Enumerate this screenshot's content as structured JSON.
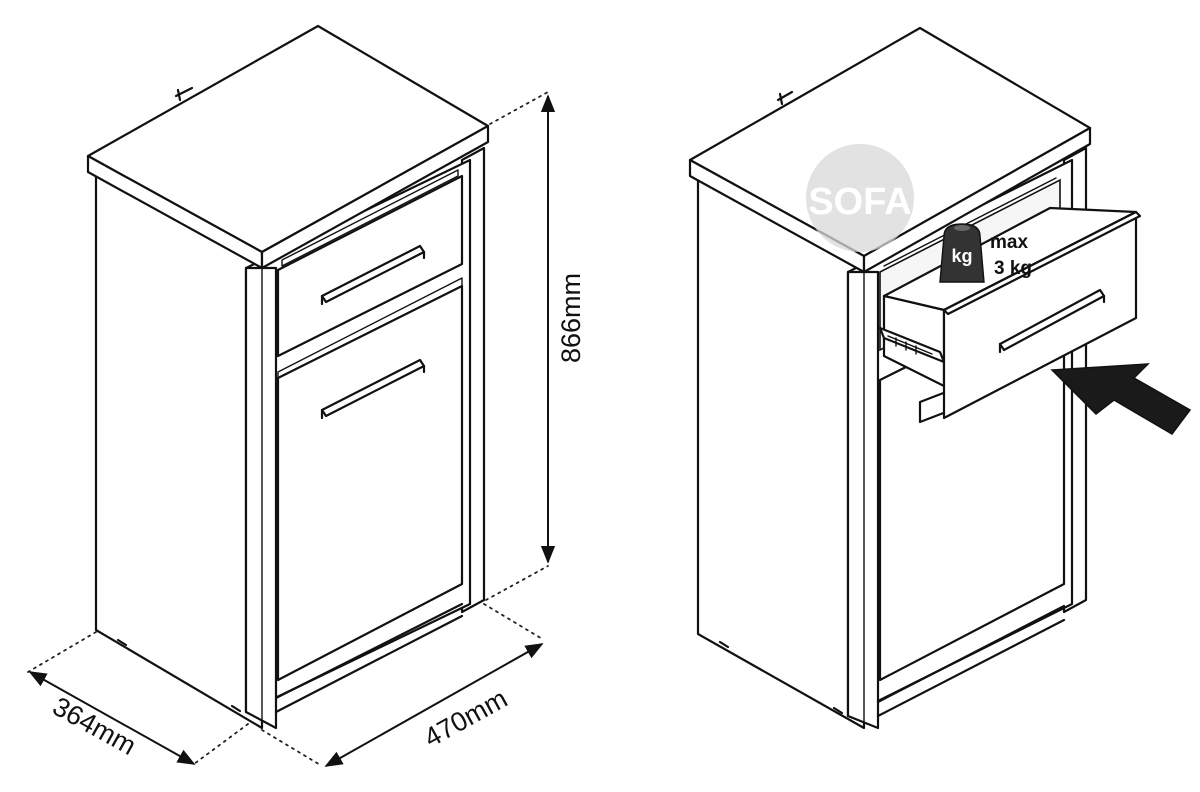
{
  "dimensions": {
    "height": "866mm",
    "width": "470mm",
    "depth": "364mm"
  },
  "drawer_load": {
    "icon_label": "kg",
    "line1": "max",
    "line2": "3 kg"
  },
  "watermark": "SOFA",
  "colors": {
    "line": "#111111",
    "background": "#ffffff",
    "watermark": "#d9d9d9",
    "weight_icon": "#333333"
  }
}
